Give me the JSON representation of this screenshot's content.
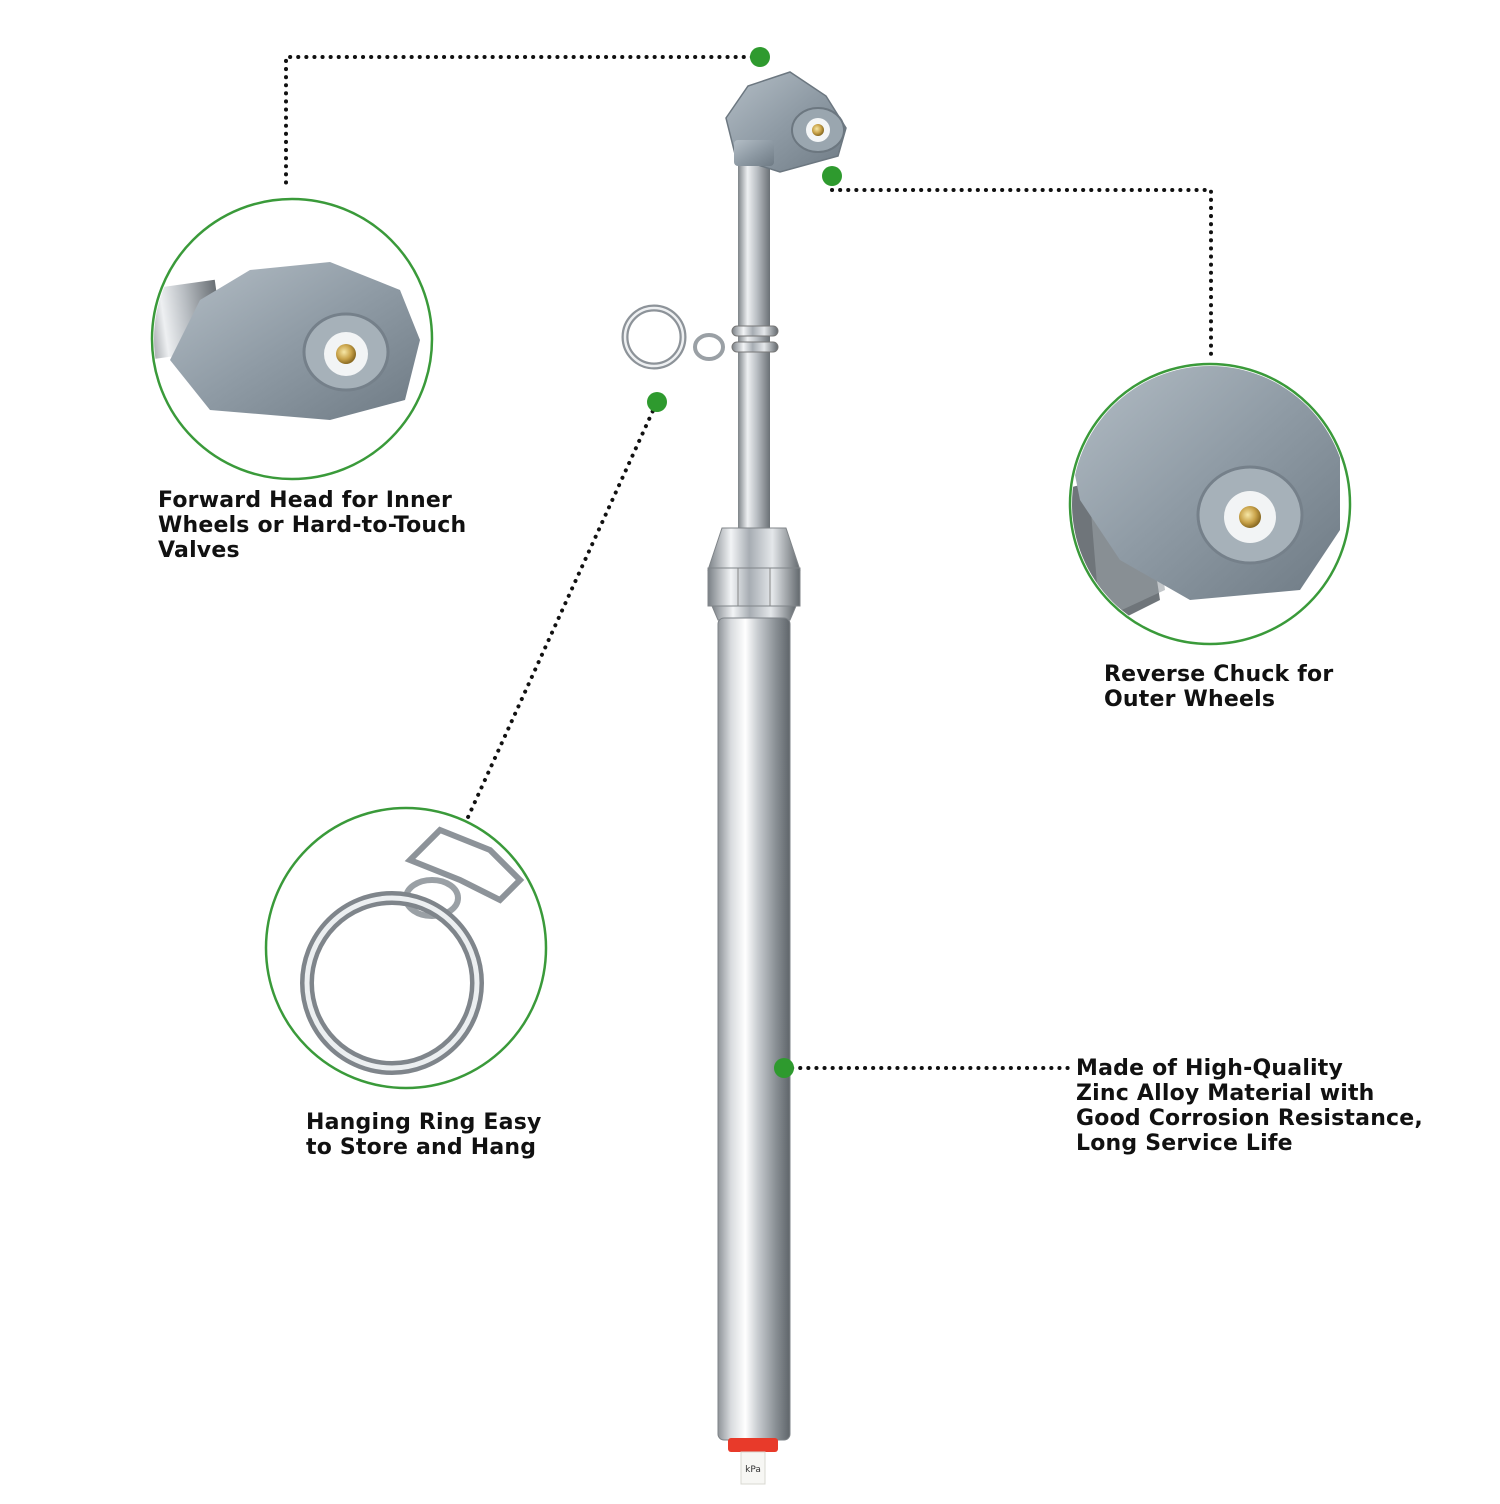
{
  "product": {
    "scale_unit_label": "kPa"
  },
  "callouts": {
    "forward_head": {
      "label": "Forward Head for Inner\nWheels or Hard-to-Touch\nValves"
    },
    "reverse_chuck": {
      "label": "Reverse Chuck for\nOuter Wheels"
    },
    "hanging_ring": {
      "label": "Hanging Ring Easy\nto Store and Hang"
    },
    "material": {
      "label": "Made of High-Quality\nZinc Alloy Material with\nGood Corrosion Resistance,\nLong Service Life"
    }
  },
  "colors": {
    "accent_green": "#2e9a2e",
    "circle_border": "#3a9a3a",
    "chuck_gray": "#8e9ba5",
    "leader_line": "#111111",
    "red_band": "#e83a2a"
  },
  "icons": {
    "callout_marker": "green-dot-icon"
  }
}
